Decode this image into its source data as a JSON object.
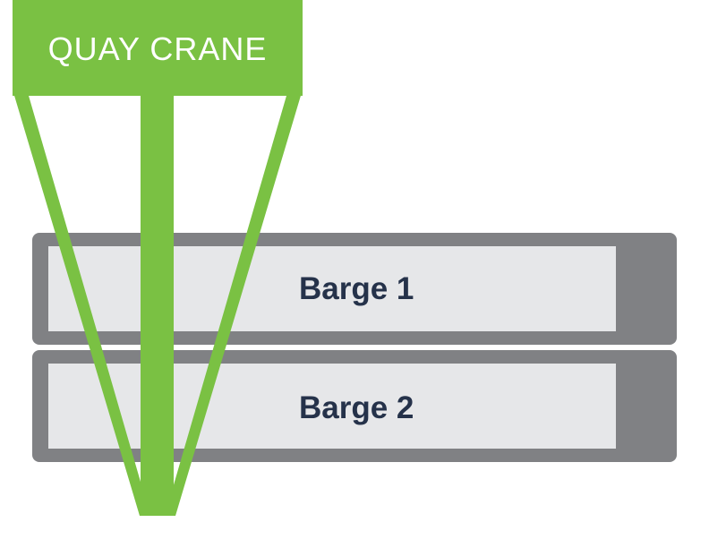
{
  "crane": {
    "title": "QUAY CRANE"
  },
  "barges": [
    {
      "label": "Barge 1"
    },
    {
      "label": "Barge 2"
    }
  ],
  "colors": {
    "crane_green": "#7ac143",
    "barge_hull": "#808184",
    "barge_deck": "#e6e7e9",
    "barge_text": "#25324a"
  }
}
